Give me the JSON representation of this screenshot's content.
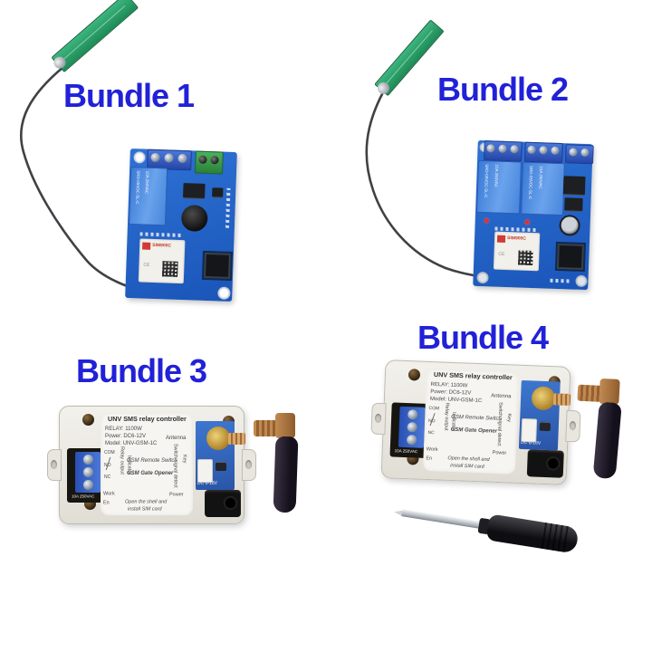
{
  "titles": {
    "bundle1": "Bundle 1",
    "bundle2": "Bundle 2",
    "bundle3": "Bundle 3",
    "bundle4": "Bundle 4"
  },
  "board": {
    "module_name": "SIM900C",
    "relay_marking": "SRD-05VDC-SL-C",
    "relay_rating": "10A 250VAC"
  },
  "device_label": {
    "title": "UNV SMS relay controller",
    "relay_line": "RELAY: 1100W",
    "power_line": "Power: DC6-12V",
    "model_line": "Model: UNV-GSM-1C",
    "antenna": "Antenna",
    "remote": "GSM Remote Switch",
    "gate": "GSM Gate Opener",
    "switch_detect": "Switch signal detect",
    "key": "Key",
    "work": "Work",
    "en": "En",
    "power": "Power",
    "relay_output": "Relay output",
    "indicator": "Indicator",
    "com": "COM",
    "no": "NO",
    "nc": "NC",
    "note1": "Open the shell and",
    "note2": "install SIM card",
    "voltage": "DC 6-18V"
  },
  "colors": {
    "title_blue": "#2121d8",
    "pcb_blue": "#2465cc",
    "relay_blue": "#5a94e2",
    "antenna_green": "#2ca56b",
    "enclosure_white": "#efede8",
    "copper": "#b5794a",
    "background": "#ffffff"
  }
}
